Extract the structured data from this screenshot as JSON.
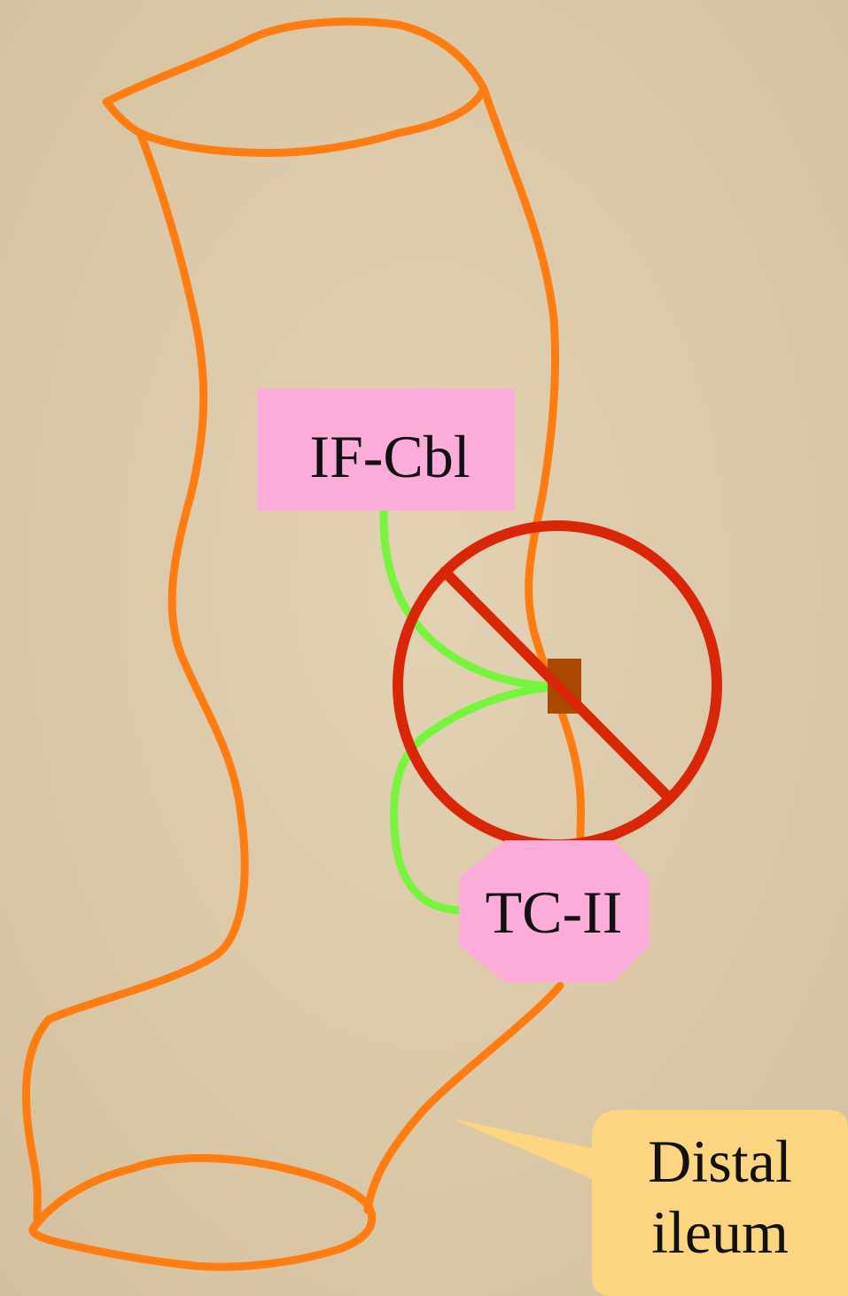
{
  "labels": {
    "if_cbl": "IF-Cbl",
    "tc_ii": "TC-II",
    "callout_line1": "Distal",
    "callout_line2": "ileum"
  },
  "colors": {
    "background": "#dccbac",
    "intestine_outline": "#ff7d10",
    "binding_line": "#77f53c",
    "label_box": "#fbacd8",
    "prohibition": "#da2608",
    "receptor": "#a94a00",
    "callout": "#fdd47f"
  },
  "icons": {
    "prohibition": "no-symbol-icon"
  }
}
